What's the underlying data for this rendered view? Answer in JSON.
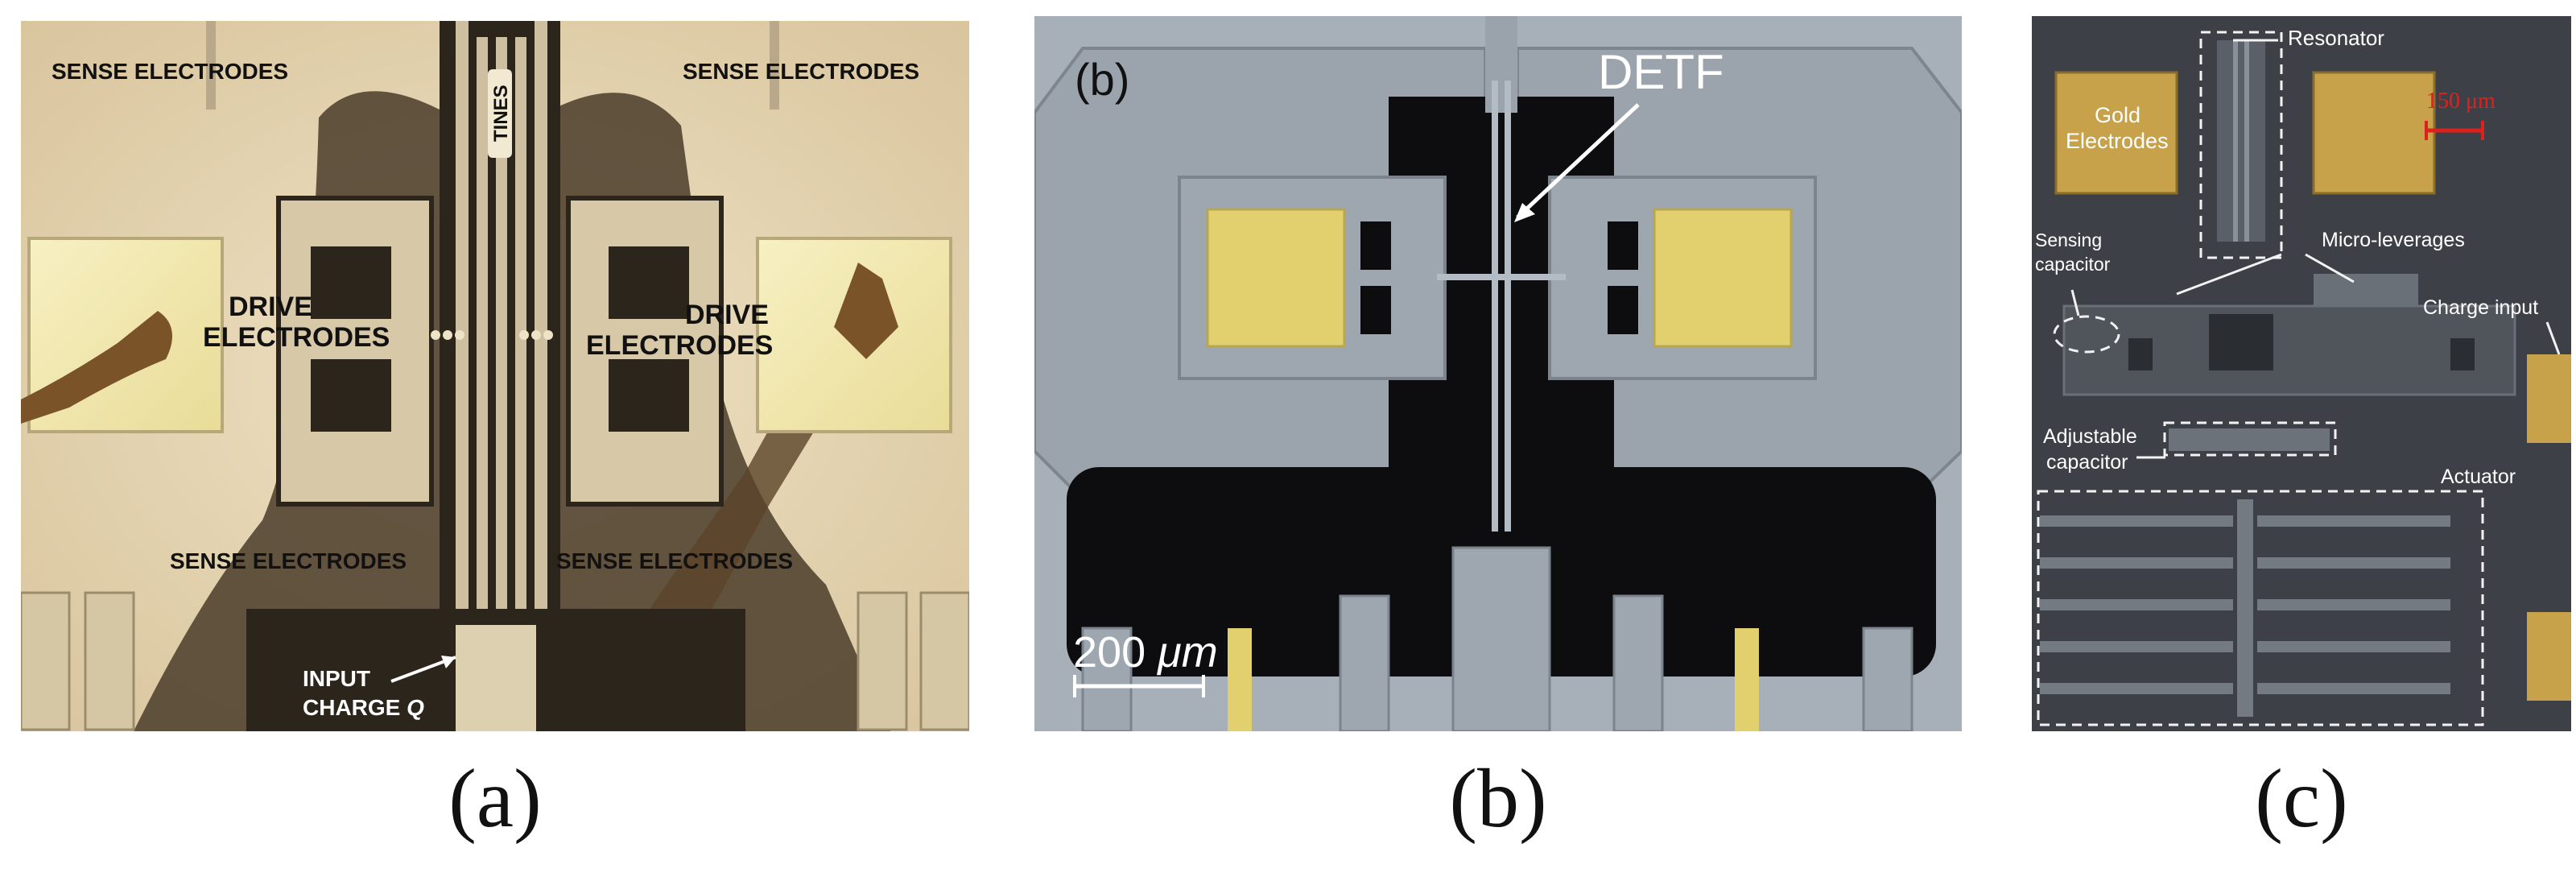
{
  "panel_a": {
    "labels": {
      "sense_top_left": "SENSE ELECTRODES",
      "sense_top_right": "SENSE ELECTRODES",
      "sense_bottom_left": "SENSE ELECTRODES",
      "sense_bottom_right": "SENSE ELECTRODES",
      "drive_left_1": "DRIVE",
      "drive_left_2": "ELECTRODES",
      "drive_right_1": "DRIVE",
      "drive_right_2": "ELECTRODES",
      "tines": "TINES",
      "input_1": "INPUT",
      "input_2_prefix": "CHARGE ",
      "input_2_var": "Q"
    },
    "colors": {
      "background": "#e8d9b9",
      "structure": "#d8ccb2",
      "dark": "#2a241c",
      "pad": "#f3ebb0"
    }
  },
  "panel_b": {
    "labels": {
      "panel_tag": "(b)",
      "detf": "DETF",
      "scale_value": "200 ",
      "scale_unit": "μm"
    },
    "colors": {
      "background": "#aab3bb",
      "structure": "#9aa3ab",
      "dark": "#0c0c0e",
      "pad": "#e3d36e"
    }
  },
  "panel_c": {
    "labels": {
      "resonator": "Resonator",
      "gold_1": "Gold",
      "gold_2": "Electrodes",
      "scale": "150 μm",
      "sensing_1": "Sensing",
      "sensing_2": "capacitor",
      "micro_leverages": "Micro-leverages",
      "charge_input": "Charge input",
      "adjustable_1": "Adjustable",
      "adjustable_2": "capacitor",
      "actuator": "Actuator"
    },
    "colors": {
      "background": "#3c4046",
      "pad": "#c9a24a",
      "scale": "#e0201c"
    }
  },
  "captions": {
    "a": "(a)",
    "b": "(b)",
    "c": "(c)"
  }
}
